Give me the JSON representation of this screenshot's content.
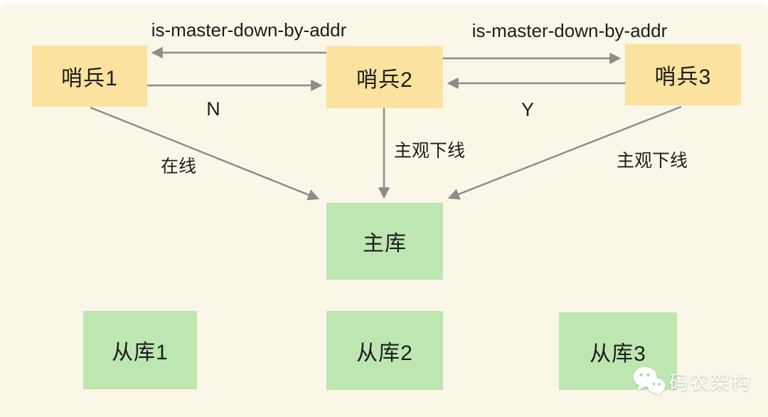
{
  "diagram": {
    "title_hint": "redis-sentinel-subjective-down-diagram",
    "nodes": {
      "sentinel1": {
        "label": "哨兵1",
        "type": "sentinel"
      },
      "sentinel2": {
        "label": "哨兵2",
        "type": "sentinel"
      },
      "sentinel3": {
        "label": "哨兵3",
        "type": "sentinel"
      },
      "master": {
        "label": "主库",
        "type": "database"
      },
      "slave1": {
        "label": "从库1",
        "type": "database"
      },
      "slave2": {
        "label": "从库2",
        "type": "database"
      },
      "slave3": {
        "label": "从库3",
        "type": "database"
      }
    },
    "edge_labels": {
      "imdba_left": "is-master-down-by-addr",
      "imdba_right": "is-master-down-by-addr",
      "reply_n": "N",
      "reply_y": "Y",
      "online": "在线",
      "subjective_down_mid": "主观下线",
      "subjective_down_right": "主观下线"
    },
    "edges": [
      {
        "from": "sentinel2",
        "to": "sentinel1",
        "label": "is-master-down-by-addr"
      },
      {
        "from": "sentinel1",
        "to": "sentinel2",
        "label": "N"
      },
      {
        "from": "sentinel2",
        "to": "sentinel3",
        "label": "is-master-down-by-addr"
      },
      {
        "from": "sentinel3",
        "to": "sentinel2",
        "label": "Y"
      },
      {
        "from": "sentinel1",
        "to": "master",
        "label": "在线"
      },
      {
        "from": "sentinel2",
        "to": "master",
        "label": "主观下线"
      },
      {
        "from": "sentinel3",
        "to": "master",
        "label": "主观下线"
      }
    ],
    "colors": {
      "background": "#FAF7E9",
      "sentinel_fill": "#FBE29E",
      "database_fill": "#BDE6B1",
      "arrow": "#8C8C8C",
      "text": "#1C1C1C",
      "watermark_text": "#FFFFFF"
    },
    "watermark": {
      "text": "码农架构",
      "icon": "wechat-icon"
    }
  }
}
